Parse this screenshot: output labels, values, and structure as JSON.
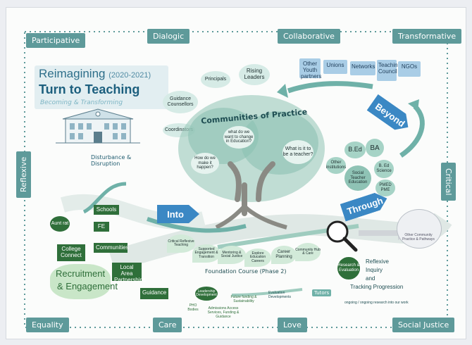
{
  "corners": {
    "participative": "Participative",
    "dialogic": "Dialogic",
    "collaborative": "Collaborative",
    "transformative": "Transformative",
    "reflexive": "Reflexive",
    "critical": "Critical",
    "equality": "Equality",
    "care": "Care",
    "love": "Love",
    "social_justice": "Social Justice"
  },
  "title": {
    "line1": "Reimagining",
    "years": "(2020-2021)",
    "line2": "Turn to Teaching",
    "line3": "Becoming & Transforming"
  },
  "disturbance": "Disturbance & Disruption",
  "cop_title": "Communities of Practice",
  "people_bubbles": {
    "principals": "Principals",
    "rising_leaders": "Rising Leaders",
    "guidance_counsellors": "Guidance Counsellors",
    "coordinators": "Coordinators"
  },
  "tree_bubbles": {
    "change": "what do we want to change in Education?",
    "happen": "How do we make it happen?",
    "teacher": "What is it to be a teacher?"
  },
  "partners": [
    "Other Youth partners",
    "Unions",
    "Networks",
    "Teaching Council",
    "NGOs"
  ],
  "programmes": {
    "bed": "B.Ed",
    "ba": "BA",
    "other": "Other institutions",
    "science": "B. Ed Science",
    "social": "Social Teacher Education",
    "pme": "PMED PME"
  },
  "arrows": {
    "into": "Into",
    "through": "Through",
    "beyond": "Beyond"
  },
  "recruitment": {
    "title1": "Recruitment",
    "title2": "& Engagement",
    "schools": "Schools",
    "fe": "FE",
    "communities": "Communities",
    "college_connect": "College Connect",
    "local_area": "Local Area Partnerships",
    "guidance": "Guidance",
    "aunt_rat": "Aunt rat"
  },
  "foundation": {
    "label": "Foundation Course (Phase 2)",
    "leaves": [
      "Critical Reflexive Teaching",
      "Supported Engagement & Transition",
      "Mentoring & Social Justice",
      "Explore Education Careers",
      "Career Planning",
      "Community Hub & Care"
    ]
  },
  "reflexive": {
    "circle": "Research & Evaluation",
    "text1": "Reflexive",
    "text2": "Inquiry",
    "text3": "and",
    "text4": "Tracking Progression",
    "foot": "ongoing / ongoing research into our work"
  },
  "lower": {
    "leading": "Leadership Development",
    "future": "Future funding & Sustainability",
    "pho": "PHO Bodies",
    "admissions": "Admissions Access Services, Funding & Guidance",
    "eval": "Evaluation Developments",
    "tutor": "Tutors"
  },
  "right_box": "Other Community Practice & Pathways"
}
